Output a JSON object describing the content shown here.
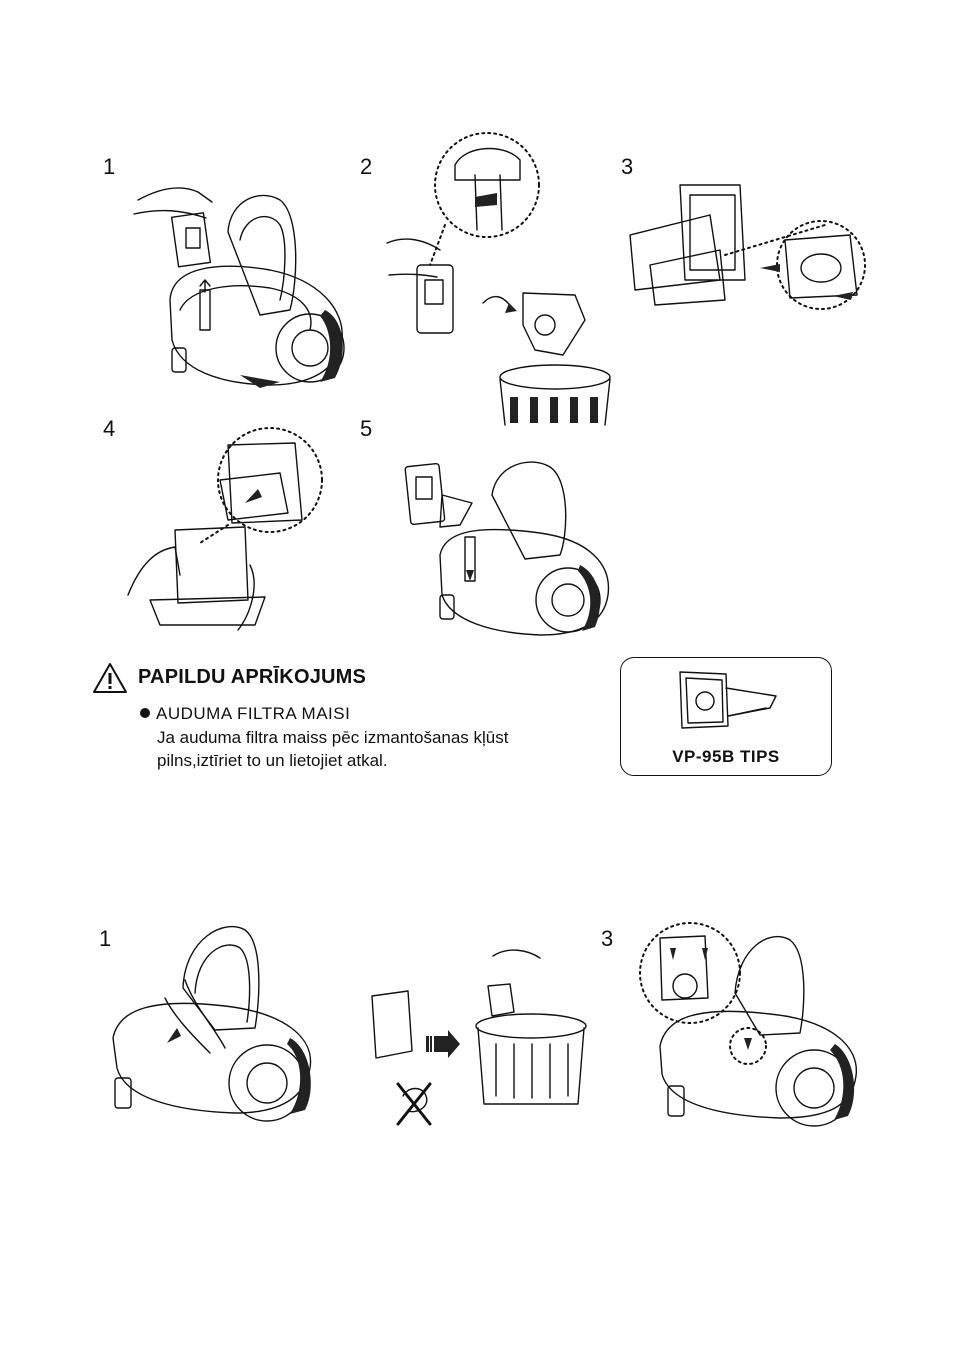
{
  "steps_top": [
    "1",
    "2",
    "3",
    "4",
    "5"
  ],
  "steps_bottom": [
    "1",
    "3"
  ],
  "accessory": {
    "title": "PAPILDU APRĪKOJUMS",
    "bullet": "AUDUMA FILTRA MAISI",
    "line1": "Ja auduma filtra maiss pēc izmantošanas kļūst",
    "line2": "pilns,iztīriet to un lietojiet atkal."
  },
  "tip": {
    "label": "VP-95B TIPS"
  }
}
